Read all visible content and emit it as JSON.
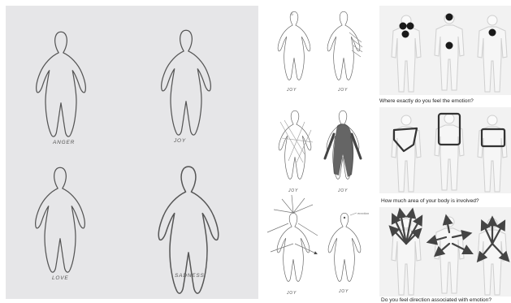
{
  "left_panel": {
    "figures": [
      {
        "label": "ANGER"
      },
      {
        "label": "JOY"
      },
      {
        "label": "LOVE"
      },
      {
        "label": "SADNESS."
      }
    ]
  },
  "sketch_grid": {
    "labels": [
      "JOY",
      "JOY",
      "JOY",
      "JOY",
      "JOY",
      "JOY"
    ],
    "annotation": "emotion"
  },
  "photo_panels": {
    "captions": [
      "Where exactly do you feel the emotion?",
      "How much area of your body is involved?",
      "Do you feel direction associated with emotion?"
    ]
  },
  "colors": {
    "left_bg": "#e6e6e8",
    "dot": "#1a1a1a",
    "shape_outline": "#333333",
    "arrow": "#444444"
  }
}
